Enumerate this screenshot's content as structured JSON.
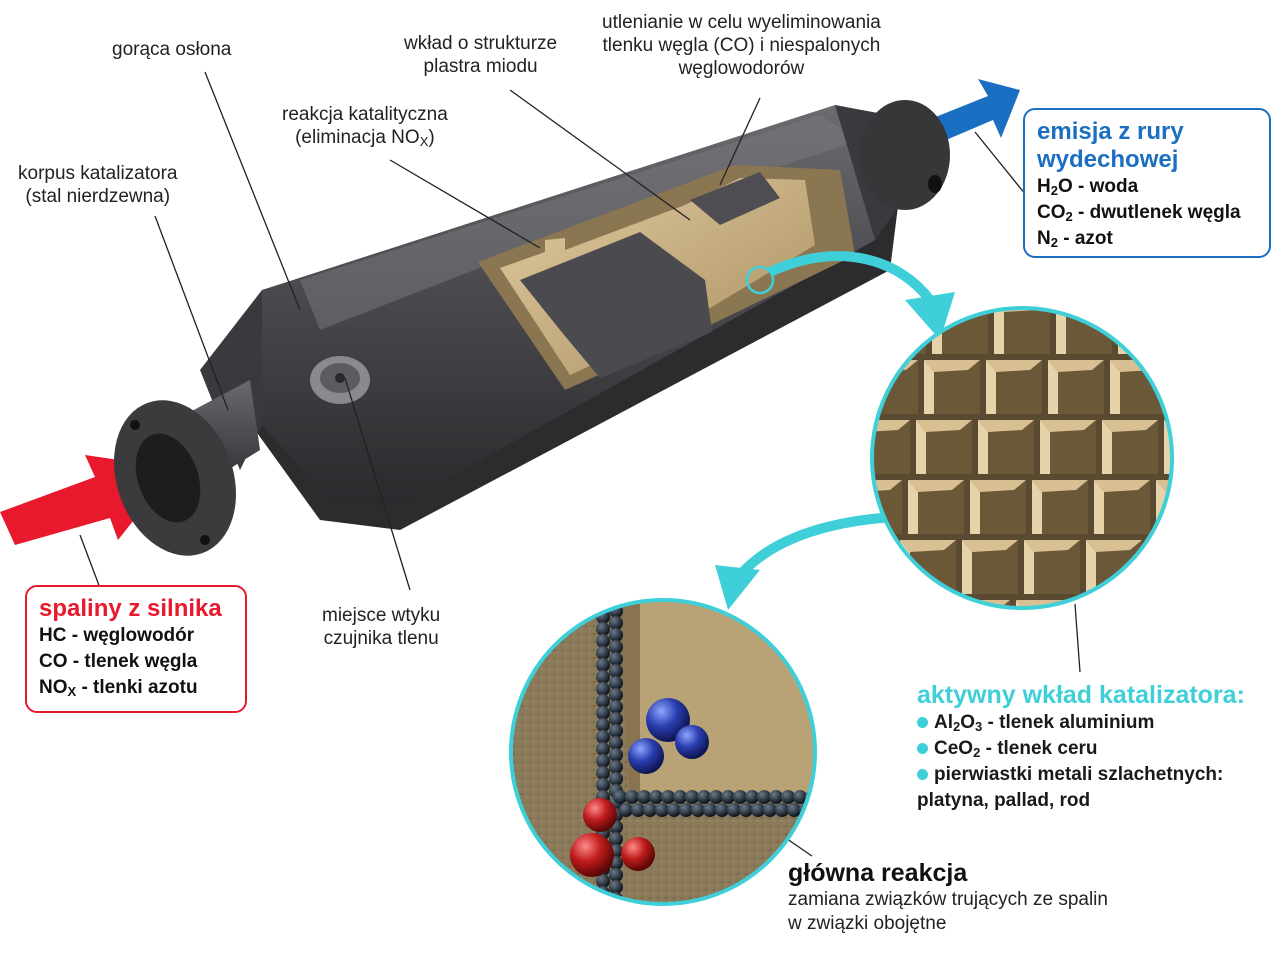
{
  "labels": {
    "hot_shield": "gorąca osłona",
    "body_line1": "korpus katalizatora",
    "body_line2": "(stal nierdzewna)",
    "catalytic_line1": "reakcja katalityczna",
    "catalytic_line2_pre": "(eliminacja NO",
    "catalytic_line2_sub": "X",
    "catalytic_line2_post": ")",
    "honeycomb_line1": "wkład o strukturze",
    "honeycomb_line2": "plastra miodu",
    "oxidation_line1": "utlenianie w celu wyeliminowania",
    "oxidation_line2": "tlenku węgla (CO) i niespalonych",
    "oxidation_line3": "węglowodorów",
    "sensor_line1": "miejsce wtyku",
    "sensor_line2": "czujnika tlenu"
  },
  "exhaust_in": {
    "title": "spaliny z silnika",
    "line1": "HC - węglowodór",
    "line2": "CO - tlenek węgla",
    "line3_pre": "NO",
    "line3_sub": "X",
    "line3_post": " - tlenki azotu"
  },
  "exhaust_out": {
    "title_line1": "emisja z rury",
    "title_line2": "wydechowej",
    "line1_pre": "H",
    "line1_sub": "2",
    "line1_post": "O - woda",
    "line2_pre": "CO",
    "line2_sub": "2",
    "line2_post": " - dwutlenek węgla",
    "line3_pre": "N",
    "line3_sub": "2",
    "line3_post": " - azot"
  },
  "active_insert": {
    "title": "aktywny wkład katalizatora:",
    "item1_a": "Al",
    "item1_sub1": "2",
    "item1_b": "O",
    "item1_sub2": "3",
    "item1_post": " - tlenek aluminium",
    "item2_pre": "CeO",
    "item2_sub": "2",
    "item2_post": " - tlenek ceru",
    "item3_line1": "pierwiastki metali szlachetnych:",
    "item3_line2": "platyna, pallad, rod"
  },
  "main_reaction": {
    "title": "główna reakcja",
    "line1": "zamiana związków trujących ze spalin",
    "line2": "w związki obojętne"
  },
  "colors": {
    "inlet_red": "#e8192c",
    "outlet_blue": "#1b6fc2",
    "teal": "#3ecfd8",
    "honeycomb": "#c9b183",
    "shell": "#4a4a4d"
  }
}
